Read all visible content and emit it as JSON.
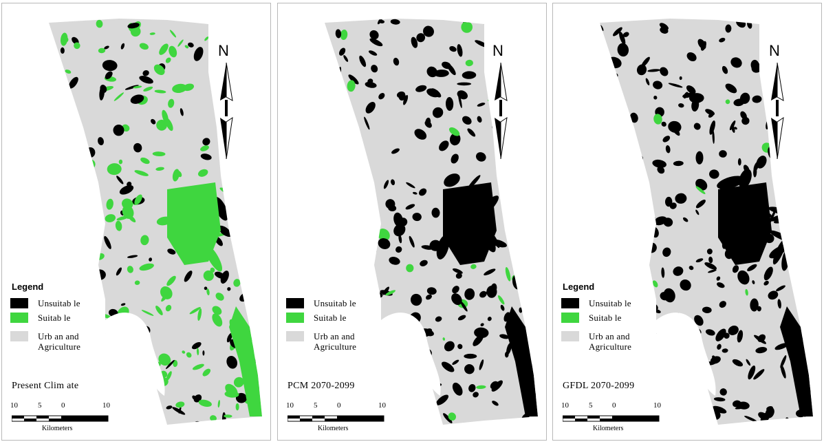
{
  "colors": {
    "unsuitable": "#000000",
    "suitable": "#3fd63f",
    "urban_agriculture": "#d9d9d9"
  },
  "panels": [
    {
      "scenario": "Present Clim ate",
      "has_legend_title": true,
      "dominant": "suitable"
    },
    {
      "scenario": "PCM 2070-2099",
      "has_legend_title": false,
      "dominant": "unsuitable"
    },
    {
      "scenario": "GFDL 2070-2099",
      "has_legend_title": true,
      "dominant": "unsuitable-strong"
    }
  ],
  "legend": {
    "title": "Legend",
    "items": [
      {
        "label": "Unsuitab le"
      },
      {
        "label": "Suitab le"
      },
      {
        "label": "Urb an and\nAgriculture"
      }
    ]
  },
  "north": {
    "label": "N"
  },
  "scale": {
    "ticks": [
      "10",
      "5",
      "0",
      "10"
    ],
    "units": "Kilometers"
  }
}
